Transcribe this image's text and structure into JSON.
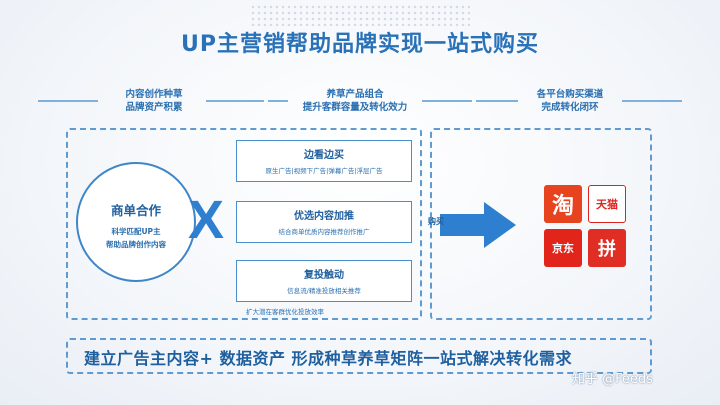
{
  "title": "UP主营销帮助品牌实现一站式购买",
  "stages": [
    {
      "line1": "内容创作种草",
      "line2": "品牌资产积累"
    },
    {
      "line1": "养草产品组合",
      "line2": "提升客群容量及转化效力"
    },
    {
      "line1": "各平台购买渠道",
      "line2": "完成转化闭环"
    }
  ],
  "circle": {
    "title": "商单合作",
    "sub1": "科学匹配UP主",
    "sub2": "帮助品牌创作内容"
  },
  "cross_symbol": "X",
  "options": [
    {
      "title": "边看边买",
      "tags": "原生广告|视频下广告|弹幕广告|浮层广告"
    },
    {
      "title": "优选内容加推",
      "tags": "结合商单优质内容推荐创作推广"
    },
    {
      "title": "复投触动",
      "tags": "信息流/精准投放相关推荐"
    }
  ],
  "footnote": "扩大潜在客群优化投放效率",
  "buy_label": "购买",
  "platforms": [
    {
      "name": "taobao",
      "glyph": "淘",
      "color": "#e8431f",
      "text_color": "#ffffff"
    },
    {
      "name": "tmall",
      "glyph": "天猫",
      "color": "#ffffff",
      "text_color": "#e0231d"
    },
    {
      "name": "jd",
      "glyph": "京东",
      "color": "#e1251b",
      "text_color": "#ffffff"
    },
    {
      "name": "pinduoduo",
      "glyph": "拼",
      "color": "#e02e24",
      "text_color": "#ffffff"
    }
  ],
  "banner": "建立广告主内容+ 数据资产 形成种草养草矩阵一站式解决转化需求",
  "watermark": "知乎 @Feeds",
  "colors": {
    "primary": "#2a72b8",
    "dash": "#5f9bd0",
    "arrow": "#2e7fcf"
  }
}
